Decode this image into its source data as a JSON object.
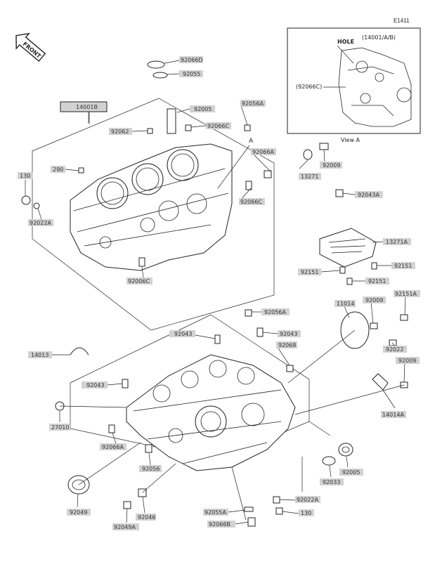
{
  "diagram_id": "E1411",
  "front_label": "FRONT",
  "view_box": {
    "hole_label": "HOLE",
    "ref_label": "(14001/A/B)",
    "inner_label": "(92066C)",
    "caption": "View A"
  },
  "view_marker": "A",
  "labels": {
    "l14001b": "14001B",
    "l92066d": "92066D",
    "l92055": "92055",
    "l92005": "92005",
    "l92066c_1": "92066C",
    "l92056a": "92056A",
    "l92062": "92062",
    "l92066a_1": "92066A",
    "l290": "290",
    "l130_1": "130",
    "l92022a_1": "92022A",
    "l13271": "13271",
    "l92009_1": "92009",
    "l92043a": "92043A",
    "l92066c_2": "92066C",
    "l13271a": "13271A",
    "l92151_1": "92151",
    "l92151_2": "92151",
    "l92151_3": "92151",
    "l92006c": "92006C",
    "l92056a_2": "92056A",
    "l11014": "11014",
    "l92009_2": "92009",
    "l92151a": "92151A",
    "l92043_1": "92043",
    "l92043_2": "92043",
    "l92068": "92068",
    "l92022": "92022",
    "l14013": "14013",
    "l92009_3": "92009",
    "l92043_3": "92043",
    "l14014a": "14014A",
    "l27010": "27010",
    "l92066a_2": "92066A",
    "l92056": "92056",
    "l92005_2": "92005",
    "l92033": "92033",
    "l92049": "92049",
    "l92022a_2": "92022A",
    "l130_2": "130",
    "l92055a": "92055A",
    "l92046": "92046",
    "l92049a": "92049A",
    "l92066b": "92066B"
  }
}
